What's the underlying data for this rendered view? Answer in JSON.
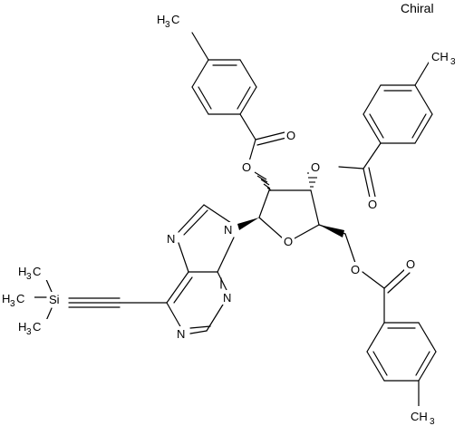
{
  "chiral_flag": "Chiral",
  "labels": {
    "methyl": "CH",
    "subscript3": "3",
    "h3c_h": "H",
    "h3c_c": "C",
    "si": "Si",
    "oxygen": "O",
    "nitrogen": "N"
  }
}
